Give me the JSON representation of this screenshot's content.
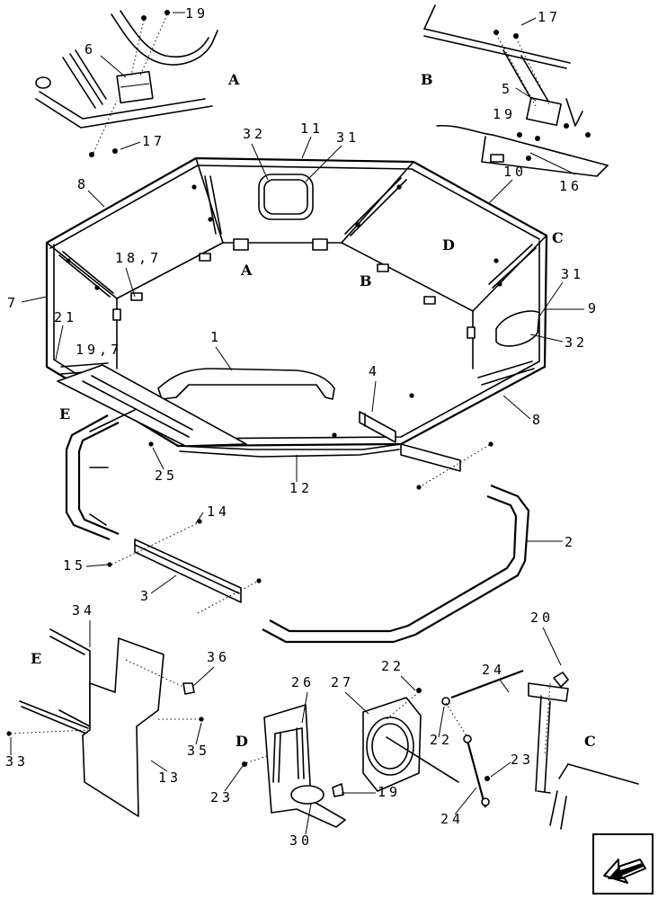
{
  "callouts": {
    "c1": "1",
    "c2": "2",
    "c3": "3",
    "c4": "4",
    "c5": "5",
    "c6": "6",
    "c7": "7",
    "c8a": "8",
    "c8b": "8",
    "c9": "9",
    "c10": "10",
    "c11": "11",
    "c12": "12",
    "c13": "13",
    "c14": "14",
    "c15": "15",
    "c16": "16",
    "c17a": "17",
    "c17b": "17",
    "c18": "18,7",
    "c19a": "19",
    "c19b": "19",
    "c19c": "19,7",
    "c19d": "19",
    "c20": "20",
    "c21": "21",
    "c22a": "22",
    "c22b": "22",
    "c23a": "23",
    "c23b": "23",
    "c24a": "24",
    "c24b": "24",
    "c25": "25",
    "c26": "26",
    "c27": "27",
    "c30": "30",
    "c31a": "31",
    "c31b": "31",
    "c32a": "32",
    "c32b": "32",
    "c33": "33",
    "c34": "34",
    "c35": "35",
    "c36": "36"
  },
  "views": {
    "a_detail": "A",
    "a_main": "A",
    "b_detail": "B",
    "b_main": "B",
    "c_main": "C",
    "c_detail": "C",
    "d_main": "D",
    "d_detail": "D",
    "e_main": "E",
    "e_detail": "E"
  },
  "icons": {
    "nav": "arrow-icon"
  }
}
